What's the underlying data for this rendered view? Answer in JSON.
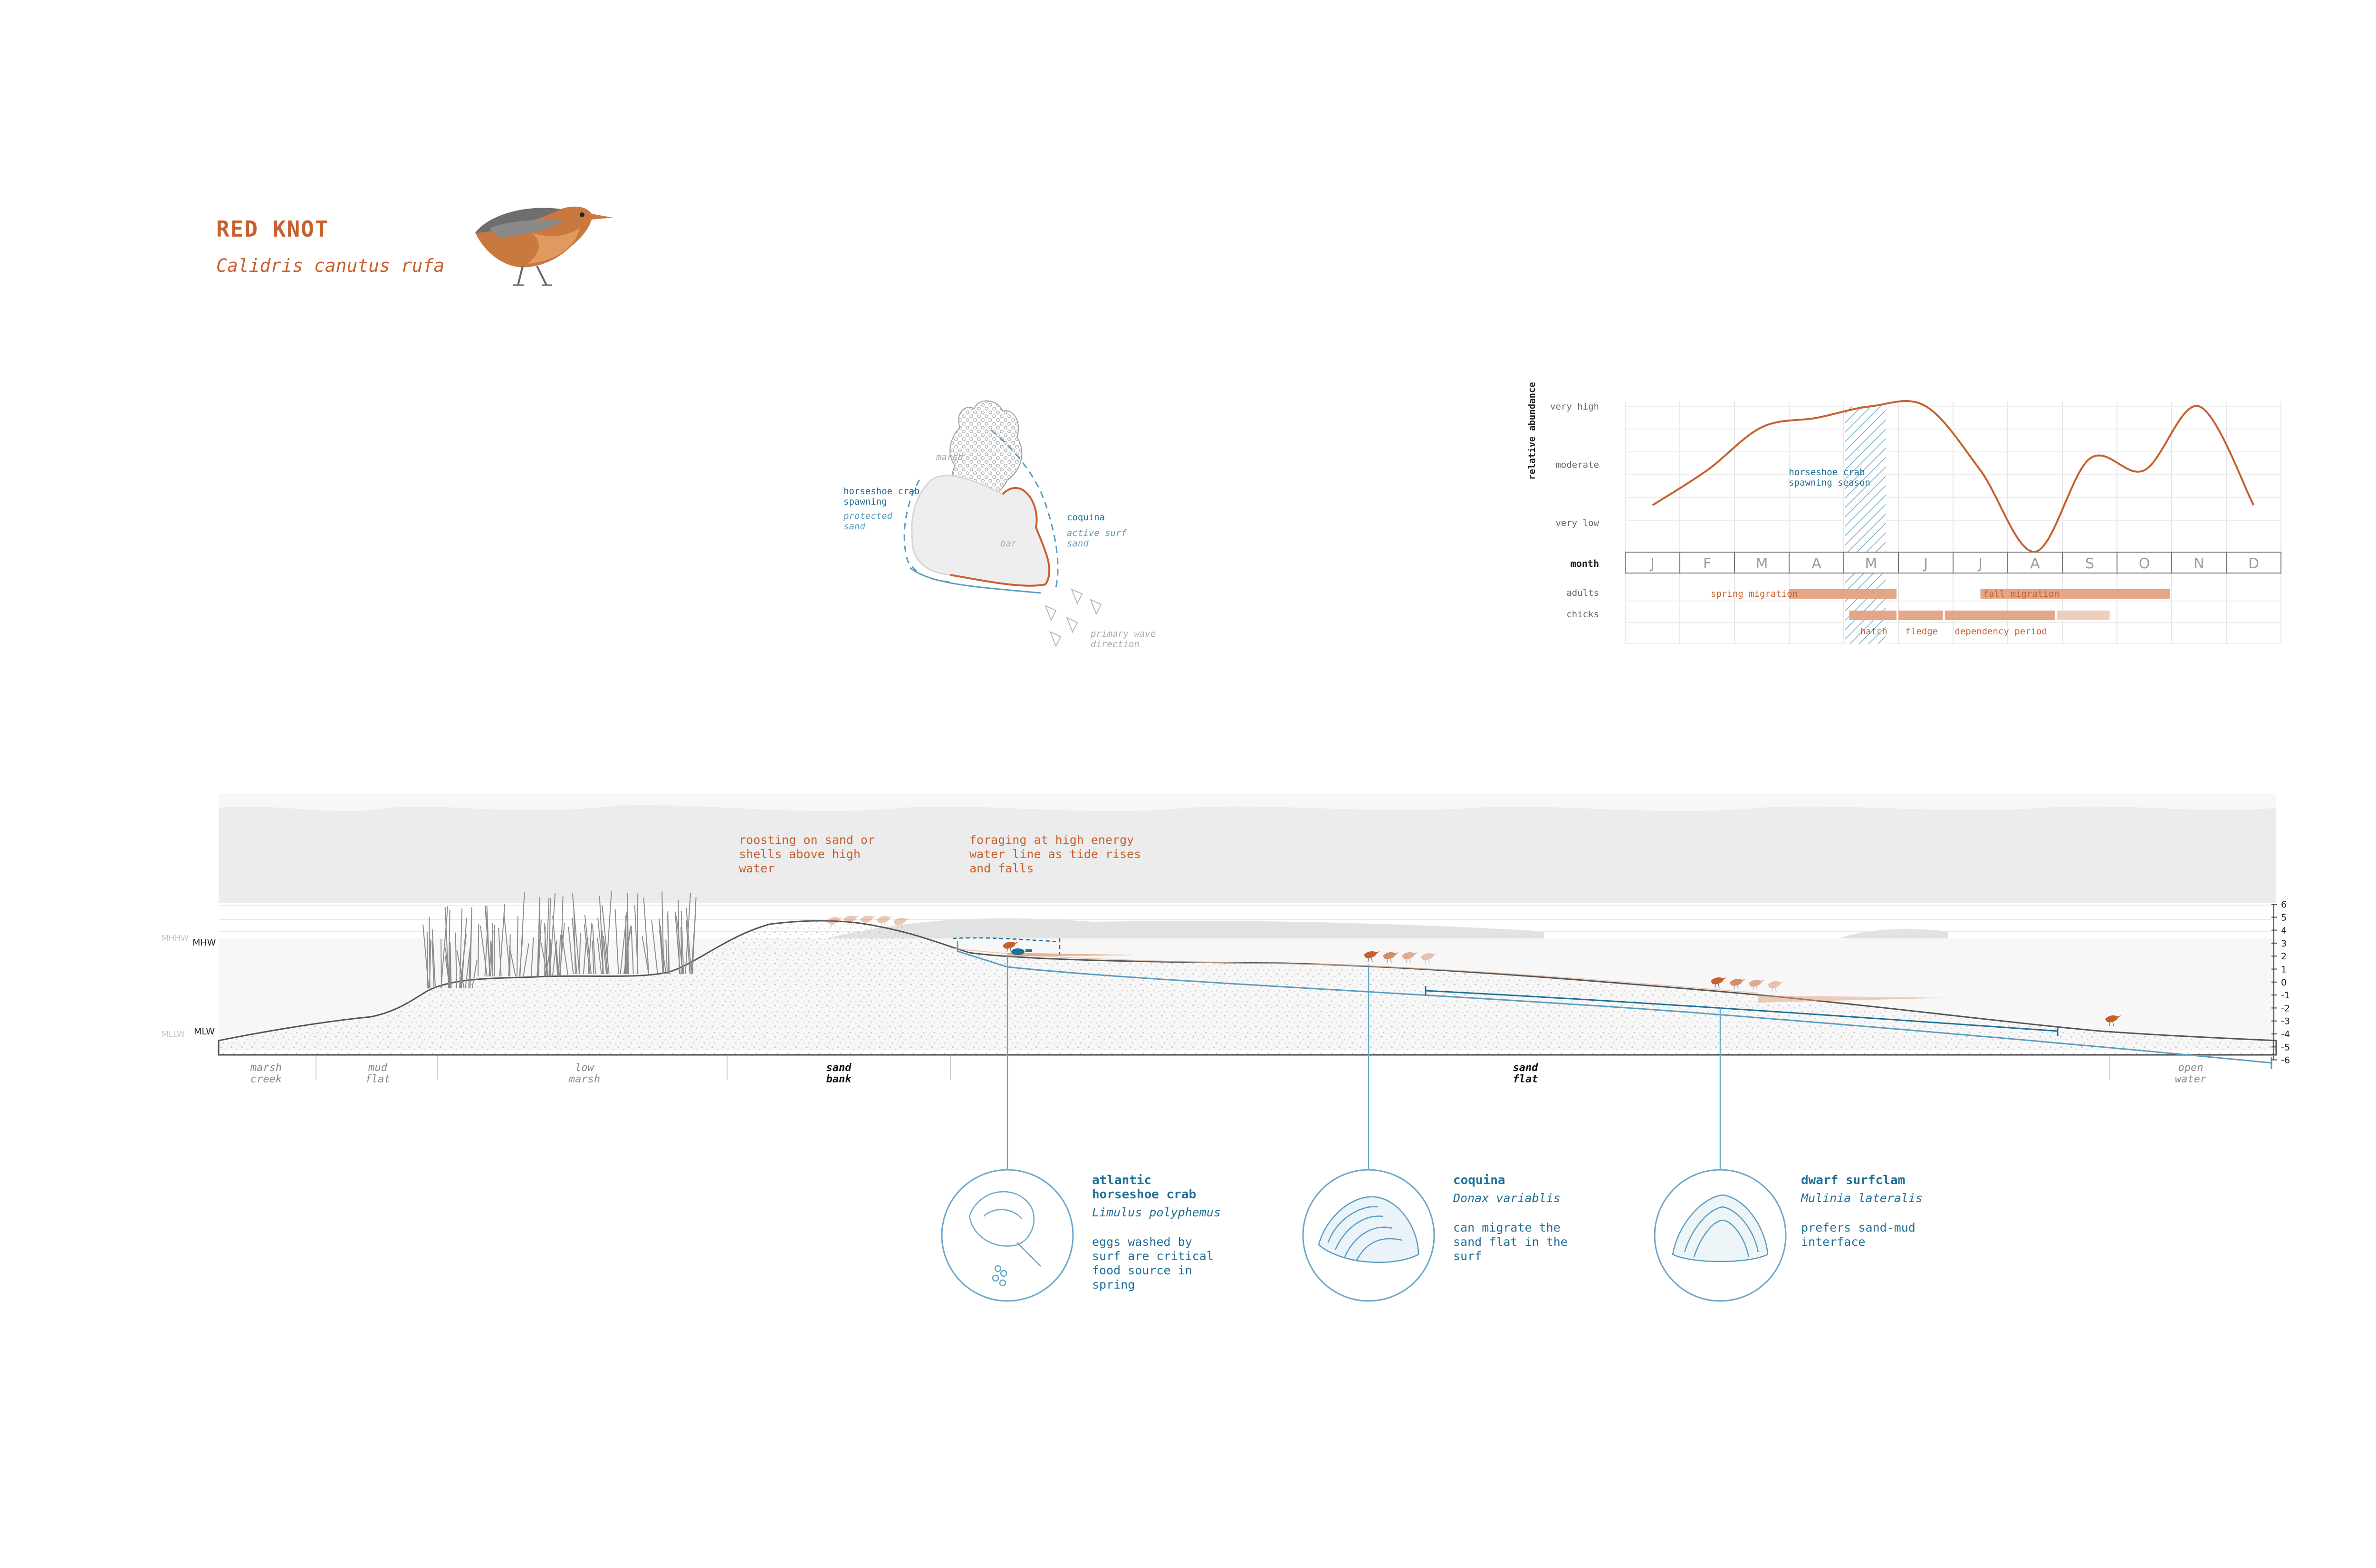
{
  "header": {
    "title": "RED KNOT",
    "subtitle": "Calidris canutus rufa"
  },
  "colors": {
    "orange": "#c8602e",
    "orange_light": "#e1a183",
    "orange_pale": "#f0cbb8",
    "blue": "#1f6f98",
    "blue_light": "#5a9cc0",
    "grey": "#9a9a9a",
    "dark": "#3a3a3a"
  },
  "site_map": {
    "labels": {
      "marsh": "marsh",
      "bar": "bar",
      "spawning_title": "horseshoe crab spawning",
      "spawning_title_l1": "horseshoe crab",
      "spawning_title_l2": "spawning",
      "protected_sand_l1": "protected",
      "protected_sand_l2": "sand",
      "coquina_title": "coquina",
      "active_surf_l1": "active surf",
      "active_surf_l2": "sand",
      "wave_l1": "primary wave",
      "wave_l2": "direction"
    }
  },
  "chart_data": {
    "type": "line",
    "ylabel": "relative abundance",
    "y_levels": [
      "very high",
      "moderate",
      "very low"
    ],
    "x_label": "month",
    "categories": [
      "J",
      "F",
      "M",
      "A",
      "M",
      "J",
      "J",
      "A",
      "S",
      "O",
      "N",
      "D"
    ],
    "series": [
      {
        "values": [
          0.15,
          0.45,
          0.82,
          0.9,
          1.0,
          1.0,
          0.45,
          -0.25,
          0.55,
          0.45,
          1.0,
          0.15
        ]
      }
    ],
    "highlight": {
      "label_l1": "horseshoe crab",
      "label_l2": "spawning season",
      "start_month": 4.0,
      "end_month": 4.75
    },
    "rows": [
      {
        "label": "adults",
        "bars": [
          {
            "label": "spring migration",
            "start": 3.0,
            "end": 5.0,
            "shade": "light"
          },
          {
            "label": "fall migration",
            "start": 6.5,
            "end": 10.0,
            "shade": "light"
          }
        ]
      },
      {
        "label": "chicks",
        "bars": [
          {
            "label": "hatch",
            "start": 4.1,
            "end": 5.0,
            "shade": "mid"
          },
          {
            "label": "fledge",
            "start": 5.0,
            "end": 5.85,
            "shade": "mid"
          },
          {
            "label": "dependency period",
            "start": 5.85,
            "end": 7.9,
            "shade": "mid"
          },
          {
            "label": "",
            "start": 7.9,
            "end": 8.9,
            "shade": "pale"
          }
        ]
      }
    ]
  },
  "section": {
    "notes": {
      "roosting": [
        "roosting on sand or",
        "shells above high",
        "water"
      ],
      "foraging": [
        "foraging at high energy",
        "water line as tide rises",
        "and falls"
      ]
    },
    "datums": {
      "mhw_ghost": "MHHW",
      "mhw": "MHW",
      "mlw_ghost": "MLLW",
      "mlw": "MLW"
    },
    "elevation_ticks": [
      "6",
      "5",
      "4",
      "3",
      "2",
      "1",
      "0",
      "-1",
      "-2",
      "-3",
      "-4",
      "-5",
      "-6"
    ],
    "zones": [
      {
        "l1": "marsh",
        "l2": "creek",
        "bold": false
      },
      {
        "l1": "mud",
        "l2": "flat",
        "bold": false
      },
      {
        "l1": "low",
        "l2": "marsh",
        "bold": false
      },
      {
        "l1": "sand",
        "l2": "bank",
        "bold": true
      },
      {
        "l1": "sand",
        "l2": "flat",
        "bold": true
      },
      {
        "l1": "open",
        "l2": "water",
        "bold": false
      }
    ]
  },
  "species": [
    {
      "name_l1": "atlantic",
      "name_l2": "horseshoe crab",
      "latin": "Limulus polyphemus",
      "desc": [
        "eggs washed by",
        "surf are critical",
        "food source in",
        "spring"
      ]
    },
    {
      "name_l1": "coquina",
      "name_l2": "",
      "latin": "Donax variablis",
      "desc": [
        "can migrate the",
        "sand flat in the",
        "surf"
      ]
    },
    {
      "name_l1": "dwarf surfclam",
      "name_l2": "",
      "latin": "Mulinia lateralis",
      "desc": [
        "prefers sand-mud",
        "interface"
      ]
    }
  ]
}
